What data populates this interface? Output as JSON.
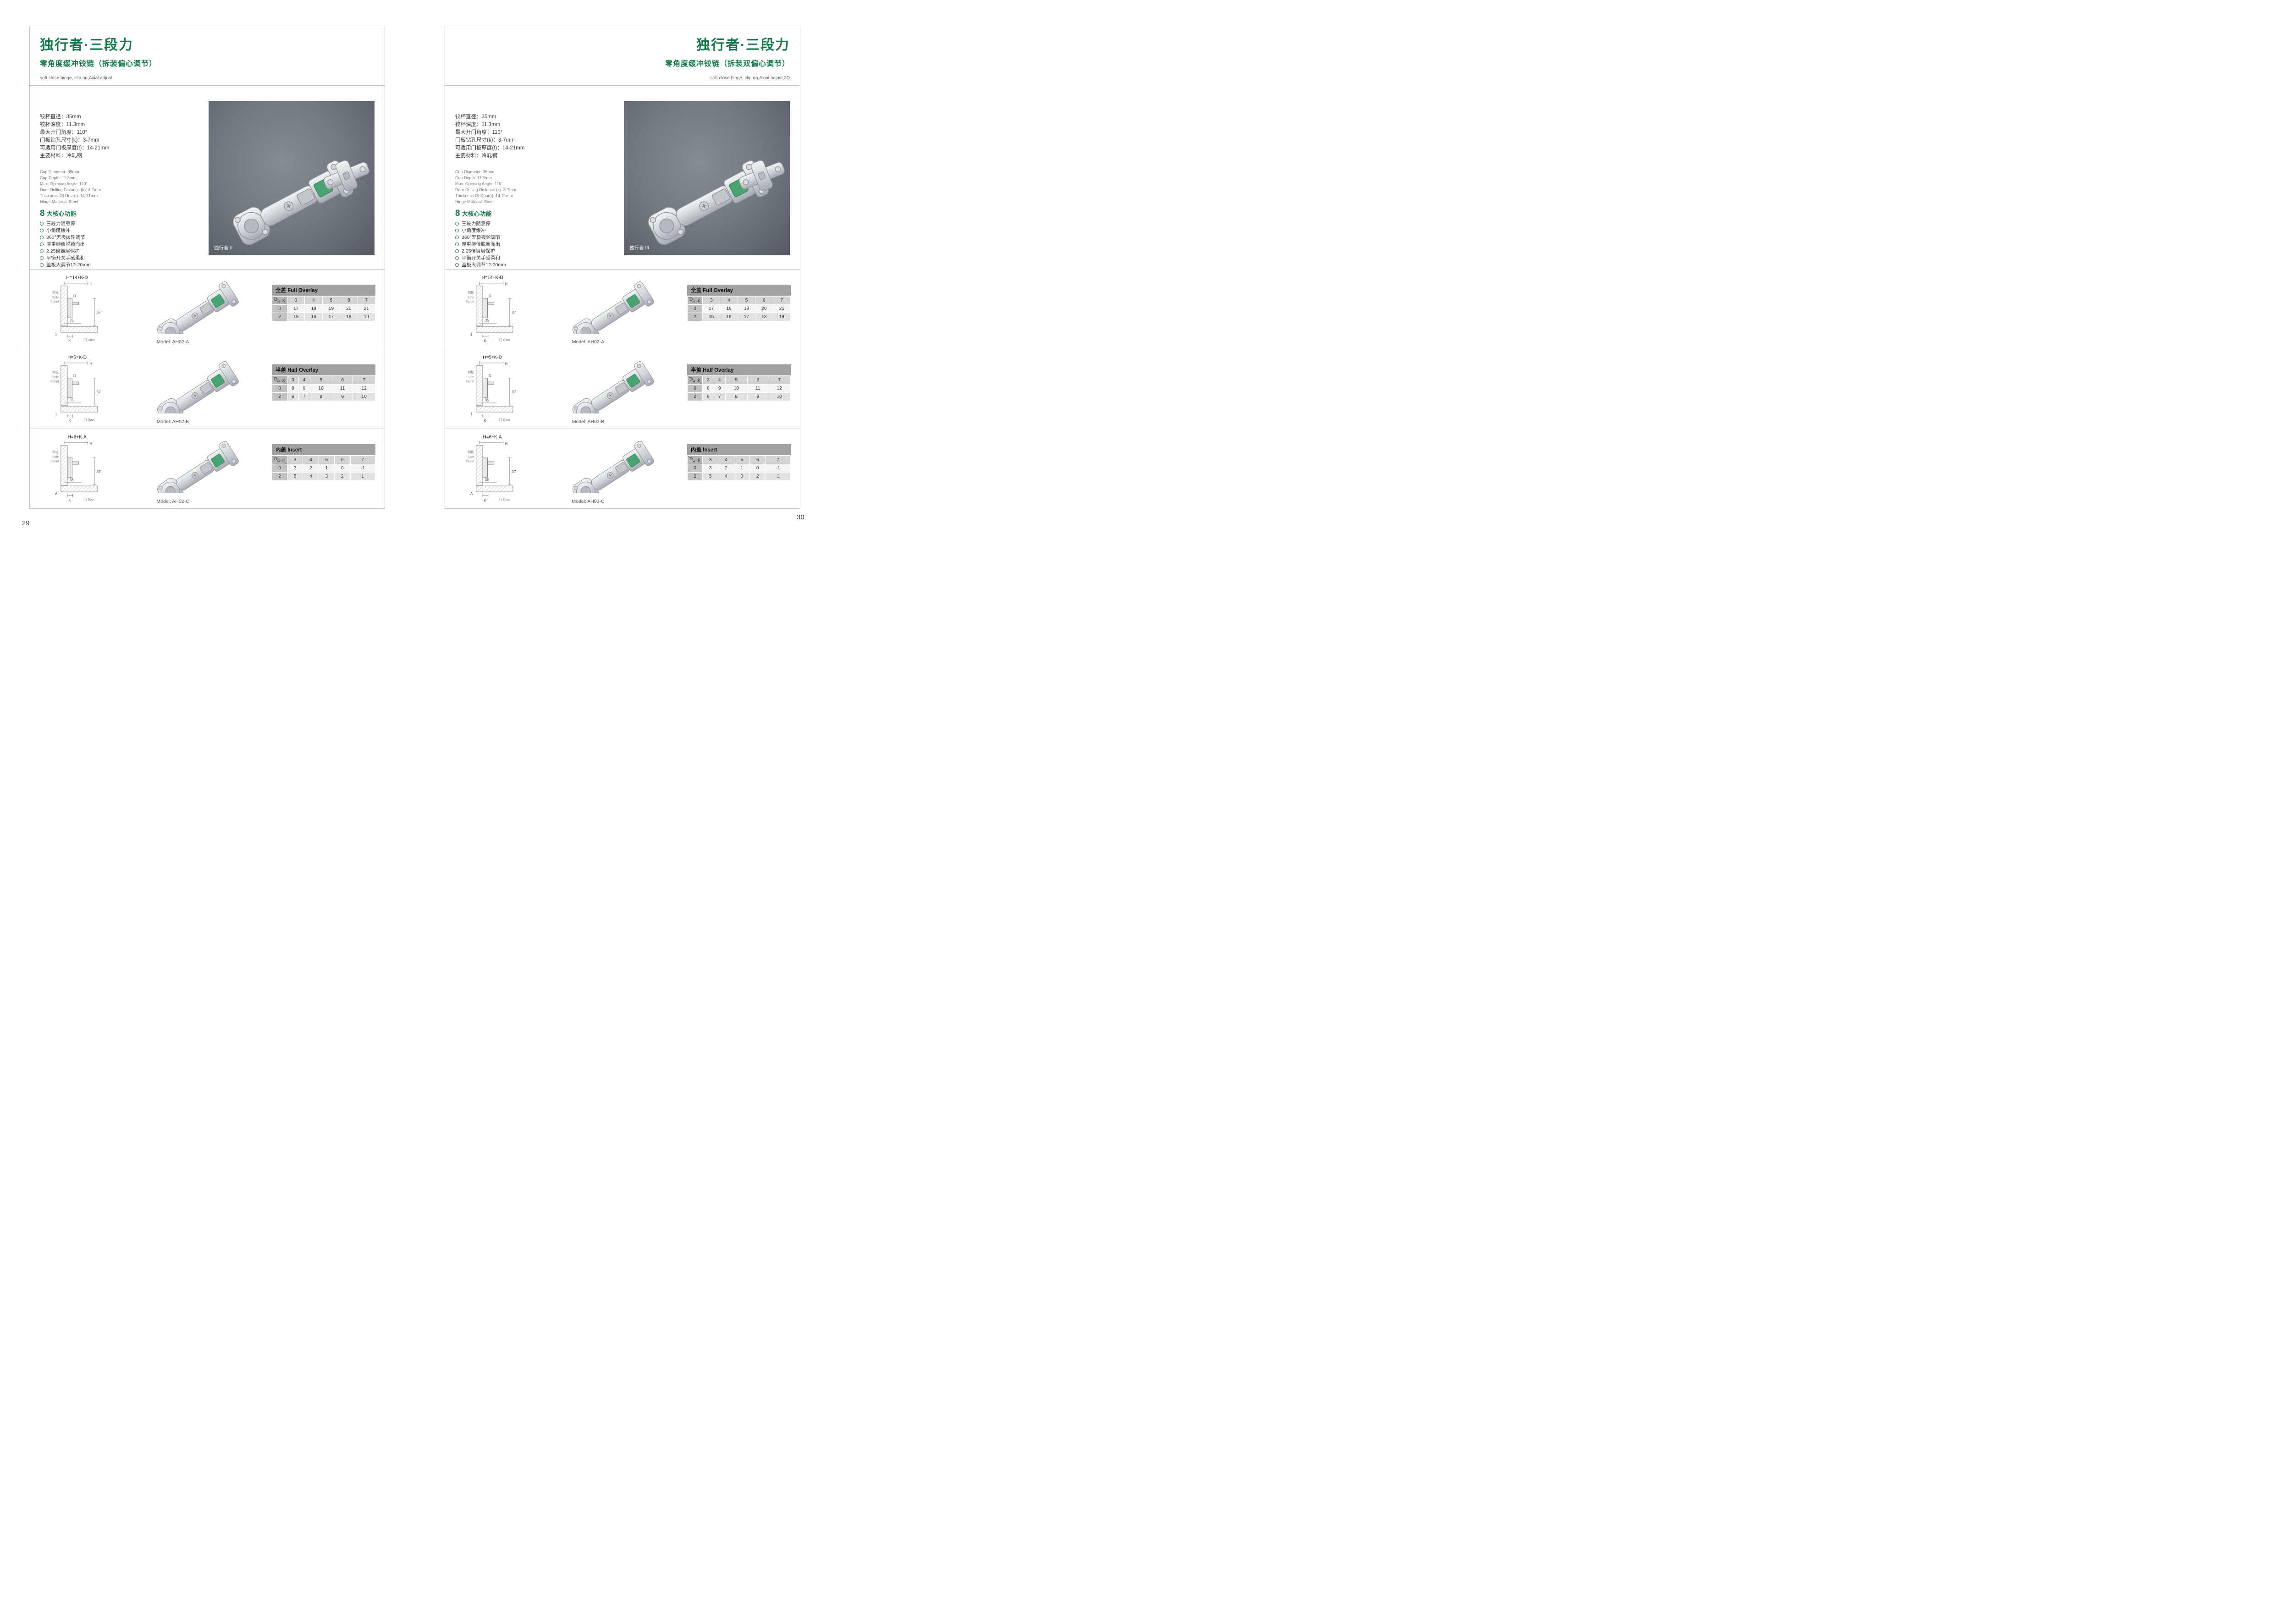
{
  "pages": [
    {
      "page_number": "29",
      "title": "独行者·三段力",
      "subtitle": "零角度缓冲铰链（拆装偏心调节）",
      "subtitle_en": "soft close hinge, clip on,Axial adjust",
      "specs_cn": [
        "铰杯直径：35mm",
        "铰杯深度：11.3mm",
        "最大开门角度：110°",
        "门板钻孔尺寸(k)：3-7mm",
        "可适用门板厚度(t)：14-21mm",
        "主要材料：冷轧钢"
      ],
      "specs_en": [
        "Cup Diameter: 35mm",
        "Cup Depth: 11.3mm",
        "Max. Opening Angle: 110°",
        "Door Drilling Distance (k): 3-7mm",
        "Thickness Of Door(t): 14-21mm",
        "Hinge Material: Steel"
      ],
      "features_num": "8",
      "features_title": "大核心功能",
      "features": [
        "三段力随意停",
        "小角度缓冲",
        "360°无极拨轮调节",
        "厚重颜值脱颖而出",
        "2.25倍镀层保护",
        "平衡开关手感柔和",
        "盖板大调节12-20mm"
      ],
      "photo_caption": "独行者 II",
      "sections": [
        {
          "model": "Model: AH02-A",
          "diagram": {
            "formula": "H=14+K-D",
            "h": "H",
            "d": "D",
            "k": "K",
            "x": "1",
            "dim_right": "37",
            "dim_bottom": "35",
            "panel_cn": "侧板",
            "panel_en1": "Side",
            "panel_en2": "Panel",
            "door": "门 Door"
          },
          "table": {
            "title": "全盖 Full Overlay",
            "corner": {
              "d": "D",
              "h": "H",
              "k": "K"
            },
            "cols": [
              "3",
              "4",
              "5",
              "6",
              "7"
            ],
            "rows": [
              {
                "label": "0",
                "values": [
                  "17",
                  "18",
                  "19",
                  "20",
                  "21"
                ]
              },
              {
                "label": "2",
                "values": [
                  "15",
                  "16",
                  "17",
                  "18",
                  "19"
                ]
              }
            ]
          }
        },
        {
          "model": "Model: AH02-B",
          "diagram": {
            "formula": "H=5+K-D",
            "h": "H",
            "d": "D",
            "k": "K",
            "x": "1",
            "dim_right": "37",
            "dim_bottom": "35",
            "panel_cn": "侧板",
            "panel_en1": "Side",
            "panel_en2": "Panel",
            "door": "门 Door"
          },
          "table": {
            "title": "半盖 Half Overlay",
            "corner": {
              "d": "D",
              "h": "H",
              "k": "K"
            },
            "cols": [
              "3",
              "4",
              "5",
              "6",
              "7"
            ],
            "rows": [
              {
                "label": "0",
                "values": [
                  "8",
                  "9",
                  "10",
                  "11",
                  "12"
                ]
              },
              {
                "label": "2",
                "values": [
                  "6",
                  "7",
                  "8",
                  "9",
                  "10"
                ]
              }
            ]
          }
        },
        {
          "model": "Model: AH02-C",
          "diagram": {
            "formula": "H=6+K-A",
            "h": "H",
            "d": "",
            "k": "K",
            "x": "A",
            "dim_right": "37",
            "dim_bottom": "35",
            "panel_cn": "侧板",
            "panel_en1": "Side",
            "panel_en2": "Panel",
            "door": "门 Door"
          },
          "table": {
            "title": "内盖 Insert",
            "corner": {
              "d": "D",
              "h": "H",
              "k": "K"
            },
            "cols": [
              "3",
              "4",
              "5",
              "6",
              "7"
            ],
            "rows": [
              {
                "label": "0",
                "values": [
                  "3",
                  "2",
                  "1",
                  "0",
                  "-1"
                ]
              },
              {
                "label": "2",
                "values": [
                  "5",
                  "4",
                  "3",
                  "2",
                  "1"
                ]
              }
            ]
          }
        }
      ]
    },
    {
      "page_number": "30",
      "title": "独行者·三段力",
      "subtitle": "零角度缓冲铰链（拆装双偏心调节）",
      "subtitle_en": "soft close hinge, clip on,Axial adjust,3D",
      "specs_cn": [
        "铰杯直径：35mm",
        "铰杯深度：11.3mm",
        "最大开门角度：110°",
        "门板钻孔尺寸(k)：3-7mm",
        "可适用门板厚度(t)：14-21mm",
        "主要材料：冷轧钢"
      ],
      "specs_en": [
        "Cup Diameter: 35mm",
        "Cup Depth: 11.3mm",
        "Max. Opening Angle: 110°",
        "Door Drilling Distance (k): 3-7mm",
        "Thickness Of Door(t): 14-21mm",
        "Hinge Material: Steel"
      ],
      "features_num": "8",
      "features_title": "大核心功能",
      "features": [
        "三段力随意停",
        "小角度缓冲",
        "360°无极拨轮调节",
        "厚重颜值脱颖而出",
        "2.25倍镀层保护",
        "平衡开关手感柔和",
        "盖板大调节12-20mm"
      ],
      "photo_caption": "独行者 III",
      "sections": [
        {
          "model": "Model: AH03-A",
          "diagram": {
            "formula": "H=14+K-D",
            "h": "H",
            "d": "D",
            "k": "K",
            "x": "1",
            "dim_right": "37",
            "dim_bottom": "35",
            "panel_cn": "侧板",
            "panel_en1": "Side",
            "panel_en2": "Panel",
            "door": "门 Door"
          },
          "table": {
            "title": "全盖 Full Overlay",
            "corner": {
              "d": "D",
              "h": "H",
              "k": "K"
            },
            "cols": [
              "3",
              "4",
              "5",
              "6",
              "7"
            ],
            "rows": [
              {
                "label": "0",
                "values": [
                  "17",
                  "18",
                  "19",
                  "20",
                  "21"
                ]
              },
              {
                "label": "2",
                "values": [
                  "15",
                  "16",
                  "17",
                  "18",
                  "19"
                ]
              }
            ]
          }
        },
        {
          "model": "Model: AH03-B",
          "diagram": {
            "formula": "H=5+K-D",
            "h": "H",
            "d": "D",
            "k": "K",
            "x": "1",
            "dim_right": "37",
            "dim_bottom": "35",
            "panel_cn": "侧板",
            "panel_en1": "Side",
            "panel_en2": "Panel",
            "door": "门 Door"
          },
          "table": {
            "title": "半盖 Half Overlay",
            "corner": {
              "d": "D",
              "h": "H",
              "k": "K"
            },
            "cols": [
              "3",
              "4",
              "5",
              "6",
              "7"
            ],
            "rows": [
              {
                "label": "0",
                "values": [
                  "8",
                  "9",
                  "10",
                  "11",
                  "12"
                ]
              },
              {
                "label": "2",
                "values": [
                  "6",
                  "7",
                  "8",
                  "9",
                  "10"
                ]
              }
            ]
          }
        },
        {
          "model": "Model: AH03-C",
          "diagram": {
            "formula": "H=6+K-A",
            "h": "H",
            "d": "",
            "k": "K",
            "x": "A",
            "dim_right": "37",
            "dim_bottom": "35",
            "panel_cn": "侧板",
            "panel_en1": "Side",
            "panel_en2": "Panel",
            "door": "门 Door"
          },
          "table": {
            "title": "内盖 Insert",
            "corner": {
              "d": "D",
              "h": "H",
              "k": "K"
            },
            "cols": [
              "3",
              "4",
              "5",
              "6",
              "7"
            ],
            "rows": [
              {
                "label": "0",
                "values": [
                  "3",
                  "2",
                  "1",
                  "0",
                  "-1"
                ]
              },
              {
                "label": "2",
                "values": [
                  "5",
                  "4",
                  "3",
                  "2",
                  "1"
                ]
              }
            ]
          }
        }
      ]
    }
  ]
}
